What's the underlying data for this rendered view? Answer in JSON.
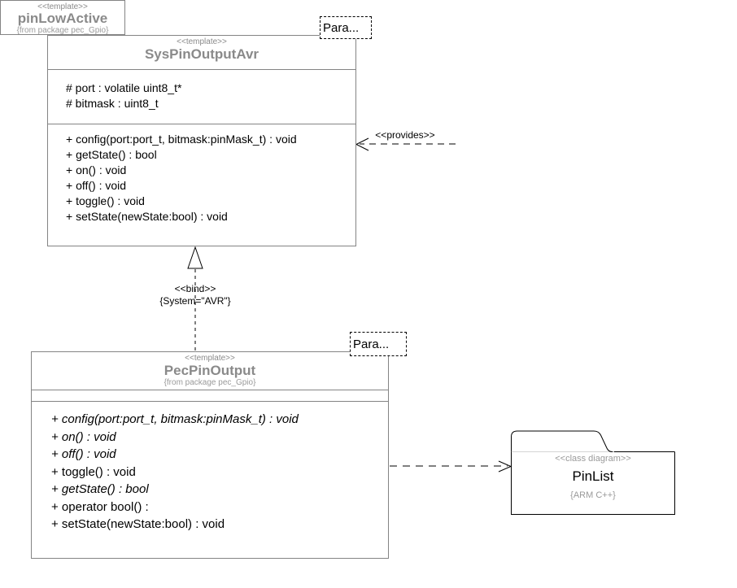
{
  "colors": {
    "background": "#ffffff",
    "class_border_gray": "#848484",
    "muted_title_gray": "#8a8a8a",
    "folder_top_line_gray": "#aaaaaa",
    "line_black": "#000000"
  },
  "classes": {
    "sys_pin_output_avr": {
      "stereotype": "<<template>>",
      "name": "SysPinOutputAvr",
      "param_box_label": "Para...",
      "attributes": [
        "# port : volatile uint8_t*",
        "# bitmask : uint8_t"
      ],
      "methods": [
        {
          "text": "+ config(port:port_t, bitmask:pinMask_t) : void",
          "italic": false
        },
        {
          "text": "+ getState() : bool",
          "italic": false
        },
        {
          "text": "+ on() : void",
          "italic": false
        },
        {
          "text": "+ off() : void",
          "italic": false
        },
        {
          "text": "+ toggle() : void",
          "italic": false
        },
        {
          "text": "+ setState(newState:bool) : void",
          "italic": false
        }
      ]
    },
    "pec_pin_output": {
      "stereotype": "<<template>>",
      "name": "PecPinOutput",
      "from_package": "{from package pec_Gpio}",
      "param_box_label": "Para...",
      "methods": [
        {
          "text": "+ config(port:port_t, bitmask:pinMask_t) : void",
          "italic": true
        },
        {
          "text": "+ on() : void",
          "italic": true
        },
        {
          "text": "+ off() : void",
          "italic": true
        },
        {
          "text": "+ toggle() : void",
          "italic": false
        },
        {
          "text": "+ getState() : bool",
          "italic": true
        },
        {
          "text": "+ operator bool() :",
          "italic": false
        },
        {
          "text": "+ setState(newState:bool) : void",
          "italic": false
        }
      ]
    },
    "pin_low_active": {
      "stereotype": "<<template>>",
      "name": "pinLowActive",
      "from_package": "{from package pec_Gpio}"
    },
    "pin_list": {
      "stereotype": "<<class diagram>>",
      "name": "PinList",
      "tagged_value": "{ARM C++}"
    }
  },
  "connectors": {
    "provides": {
      "label": "<<provides>>"
    },
    "bind": {
      "label": "<<bind>>",
      "constraint": "{System=\"AVR\"}"
    }
  }
}
